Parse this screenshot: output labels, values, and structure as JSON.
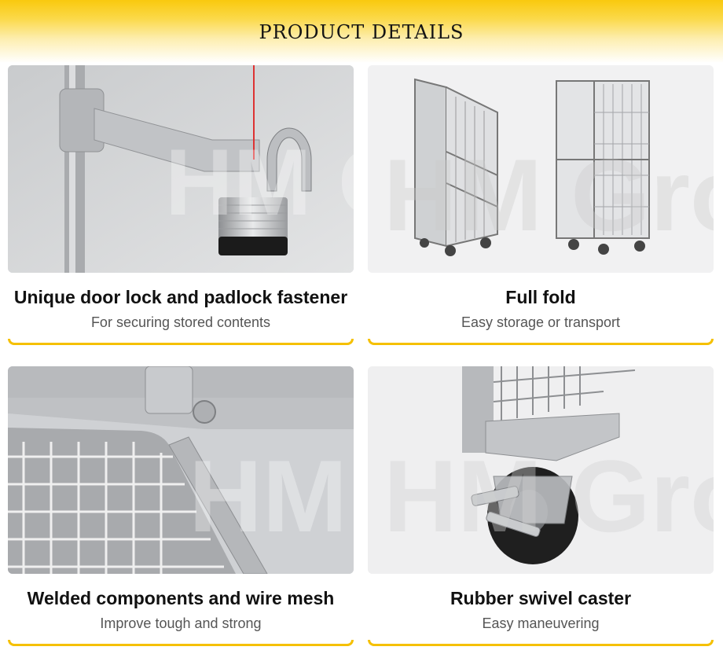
{
  "header": {
    "title": "PRODUCT DETAILS"
  },
  "cards": [
    {
      "title": "Unique door lock and padlock fastener",
      "subtitle": "For securing stored contents",
      "image": "padlock-photo"
    },
    {
      "title": "Full fold",
      "subtitle": "Easy storage or transport",
      "image": "folding-cart-photo"
    },
    {
      "title": "Welded components and wire mesh",
      "subtitle": "Improve tough and strong",
      "image": "wire-mesh-photo"
    },
    {
      "title": "Rubber swivel caster",
      "subtitle": "Easy maneuvering",
      "image": "caster-wheel-photo"
    }
  ],
  "watermark": "HM Group",
  "colors": {
    "accent": "#f5c000",
    "header": "#f9c90e"
  }
}
